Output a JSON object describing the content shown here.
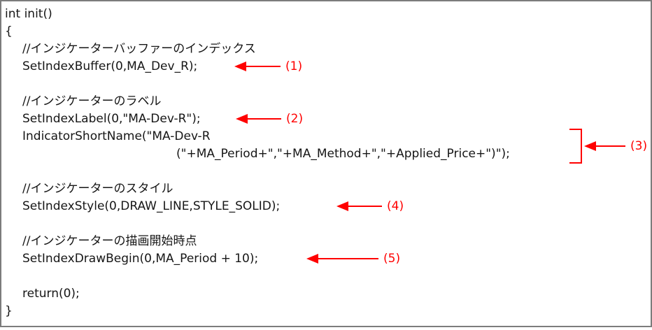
{
  "colors": {
    "annotation_red": "#ff0000",
    "code_text": "#161616",
    "frame_border": "#7c7c7c",
    "background": "#ffffff"
  },
  "code": {
    "language": "MQL4",
    "lines": [
      {
        "t": "int init()"
      },
      {
        "t": "{"
      },
      {
        "t": "//インジケーターバッファーのインデックス"
      },
      {
        "t": "SetIndexBuffer(0,MA_Dev_R);"
      },
      {
        "t": ""
      },
      {
        "t": "//インジケーターのラベル"
      },
      {
        "t": "SetIndexLabel(0,\"MA-Dev-R\");"
      },
      {
        "t": "IndicatorShortName(\"MA-Dev-R"
      },
      {
        "t": "(\"+MA_Period+\",\"+MA_Method+\",\"+Applied_Price+\")\");"
      },
      {
        "t": ""
      },
      {
        "t": "//インジケーターのスタイル"
      },
      {
        "t": "SetIndexStyle(0,DRAW_LINE,STYLE_SOLID);"
      },
      {
        "t": ""
      },
      {
        "t": "//インジケーターの描画開始時点"
      },
      {
        "t": "SetIndexDrawBegin(0,MA_Period + 10);"
      },
      {
        "t": ""
      },
      {
        "t": "return(0);"
      },
      {
        "t": "}"
      }
    ]
  },
  "annotations": {
    "a1": "(1)",
    "a2": "(2)",
    "a3": "(3)",
    "a4": "(4)",
    "a5": "(5)"
  }
}
